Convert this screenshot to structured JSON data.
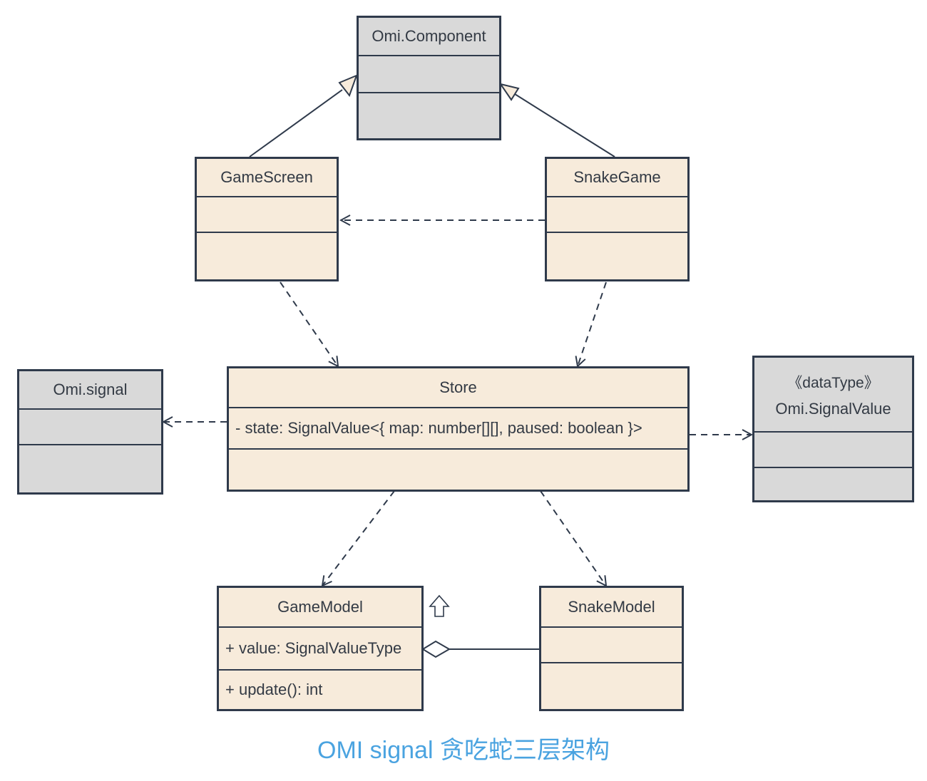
{
  "diagram": {
    "classes": {
      "omi_component": {
        "name": "Omi.Component"
      },
      "game_screen": {
        "name": "GameScreen"
      },
      "snake_game": {
        "name": "SnakeGame"
      },
      "omi_signal": {
        "name": "Omi.signal"
      },
      "store": {
        "name": "Store",
        "attribute": "- state: SignalValue<{ map: number[][], paused: boolean }>"
      },
      "omi_signal_value": {
        "stereotype": "《dataType》",
        "name": "Omi.SignalValue"
      },
      "game_model": {
        "name": "GameModel",
        "attribute": "+ value: SignalValueType",
        "operation": "+ update(): int"
      },
      "snake_model": {
        "name": "SnakeModel"
      }
    },
    "relations": [
      {
        "type": "generalization",
        "from": "GameScreen",
        "to": "Omi.Component"
      },
      {
        "type": "generalization",
        "from": "SnakeGame",
        "to": "Omi.Component"
      },
      {
        "type": "dependency",
        "from": "SnakeGame",
        "to": "GameScreen"
      },
      {
        "type": "dependency",
        "from": "GameScreen",
        "to": "Store"
      },
      {
        "type": "dependency",
        "from": "SnakeGame",
        "to": "Store"
      },
      {
        "type": "dependency",
        "from": "Store",
        "to": "Omi.signal"
      },
      {
        "type": "dependency",
        "from": "Store",
        "to": "Omi.SignalValue"
      },
      {
        "type": "dependency",
        "from": "Store",
        "to": "GameModel"
      },
      {
        "type": "dependency",
        "from": "Store",
        "to": "SnakeModel"
      },
      {
        "type": "aggregation",
        "from": "SnakeModel",
        "to": "GameModel"
      }
    ],
    "colors": {
      "class_fill": "#f7ebdb",
      "library_fill": "#d9d9d9",
      "stroke": "#2f3a4b",
      "caption": "#4aa3e0"
    },
    "caption": "OMI signal 贪吃蛇三层架构"
  }
}
